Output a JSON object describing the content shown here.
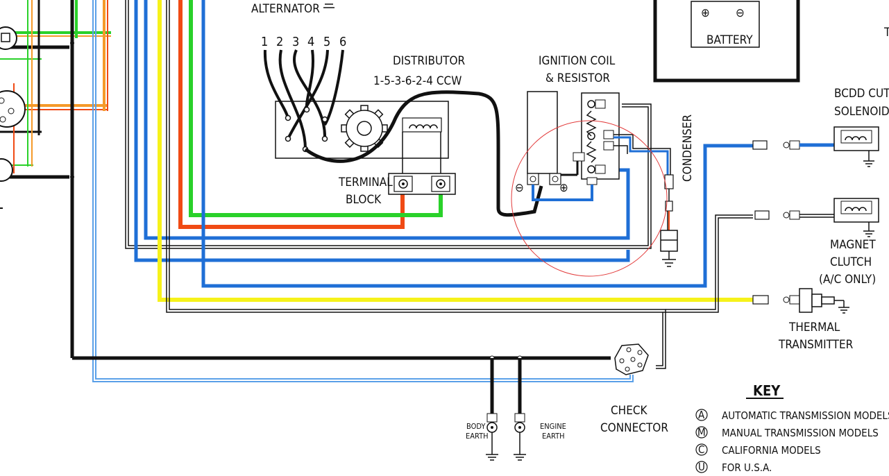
{
  "labels": {
    "alternator": "ALTERNATOR",
    "battery": "BATTERY",
    "battery_plus": "⊕",
    "battery_minus": "⊖",
    "distributor": "DISTRIBUTOR",
    "firing_order": "1-5-3-6-2-4 CCW",
    "distributor_pins": [
      "1",
      "2",
      "3",
      "4",
      "5",
      "6"
    ],
    "ignition_coil_1": "IGNITION COIL",
    "ignition_coil_2": "& RESISTOR",
    "coil_minus": "⊖",
    "coil_plus": "⊕",
    "terminal_block_1": "TERMINAL",
    "terminal_block_2": "BLOCK",
    "condenser": "CONDENSER",
    "bcdd_1": "BCDD CUT",
    "bcdd_2": "SOLENOID",
    "magnet_1": "MAGNET",
    "magnet_2": "CLUTCH",
    "magnet_3": "(A/C ONLY)",
    "thermal_1": "THERMAL",
    "thermal_2": "TRANSMITTER",
    "check_1": "CHECK",
    "check_2": "CONNECTOR",
    "body_earth_1": "BODY",
    "body_earth_2": "EARTH",
    "engine_earth_1": "ENGINE",
    "engine_earth_2": "EARTH",
    "edge_mark": "T"
  },
  "key": {
    "title": "KEY",
    "items": [
      {
        "symbol": "A",
        "text": "AUTOMATIC TRANSMISSION MODELS"
      },
      {
        "symbol": "M",
        "text": "MANUAL TRANSMISSION MODELS"
      },
      {
        "symbol": "C",
        "text": "CALIFORNIA MODELS"
      },
      {
        "symbol": "U",
        "text": "FOR U.S.A."
      }
    ]
  },
  "colors": {
    "black": "#111111",
    "blue": "#1f6fd6",
    "light_blue": "#5aa0e8",
    "yellow": "#f6f21a",
    "red": "#f04a14",
    "green": "#2ad12a",
    "orange": "#f59a2a",
    "highlight_circle": "#e23a3a"
  }
}
